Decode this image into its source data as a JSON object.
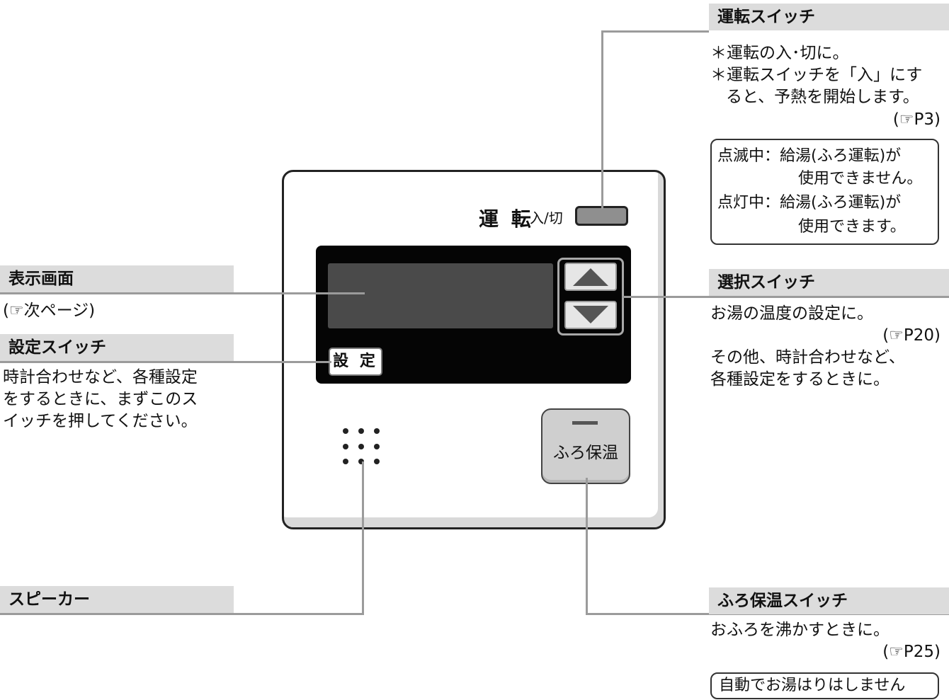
{
  "device": {
    "run_label": "運 転",
    "run_sub": "入/切",
    "settei_label": "設 定",
    "furo_label": "ふろ保温"
  },
  "callouts": {
    "unten": {
      "title": "運転スイッチ",
      "lines": [
        "＊運転の入･切に。",
        "＊運転スイッチを「入」にす",
        "ると、予熱を開始します。"
      ],
      "ref": "(☞P3)",
      "note_lines": [
        "点滅中：給湯(ふろ運転)が",
        "使用できません。",
        "点灯中：給湯(ふろ運転)が",
        "使用できます。"
      ]
    },
    "hyouji": {
      "title": "表示画面",
      "ref": "(☞次ページ)"
    },
    "settei": {
      "title": "設定スイッチ",
      "lines": [
        "時計合わせなど、各種設定",
        "をするときに、まずこのス",
        "イッチを押してください。"
      ]
    },
    "sentaku": {
      "title": "選択スイッチ",
      "line1": "お湯の温度の設定に。",
      "ref": "(☞P20)",
      "lines": [
        "その他、時計合わせなど、",
        "各種設定をするときに。"
      ]
    },
    "speaker": {
      "title": "スピーカー"
    },
    "furo": {
      "title": "ふろ保温スイッチ",
      "line1": "おふろを沸かすときに。",
      "ref": "(☞P25)",
      "note": "自動でお湯はりはしません"
    }
  }
}
